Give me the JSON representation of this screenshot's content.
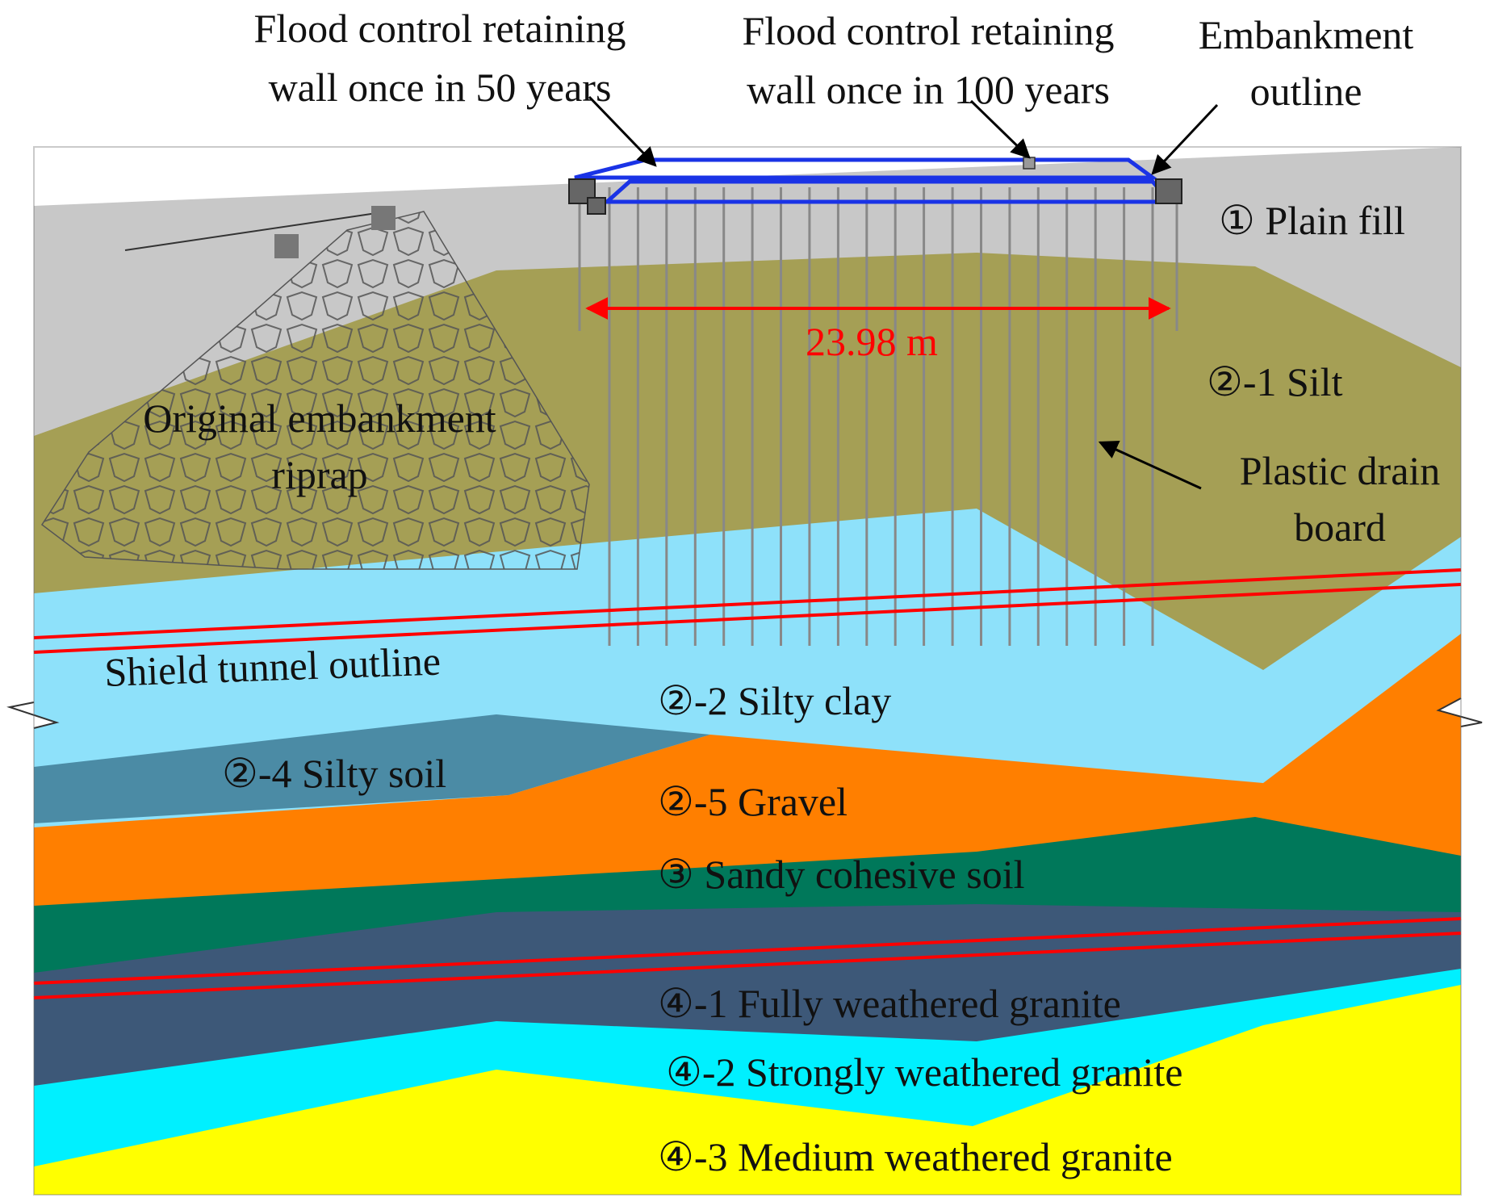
{
  "colors": {
    "plain_fill": "#c8c8c8",
    "silt": "#a59f55",
    "silty_clay": "#8ee1fa",
    "silty_soil": "#4b8ba5",
    "gravel": "#ff7f00",
    "sandy_cohesive_soil": "#00785a",
    "fully_weathered_granite": "#3d5878",
    "strongly_weathered_granite": "#00f0ff",
    "medium_weathered_granite": "#ffff00",
    "dimension": "#ff0000",
    "embankment_outline": "#1a33e6",
    "tunnel_outline": "#ff0000"
  },
  "callouts": {
    "wall_50_line1": "Flood control retaining",
    "wall_50_line2": "wall once in 50 years",
    "wall_100_line1": "Flood control retaining",
    "wall_100_line2": "wall once in 100 years",
    "embankment_line1": "Embankment",
    "embankment_line2": "outline",
    "drain_line1": "Plastic drain",
    "drain_line2": "board",
    "riprap_line1": "Original embankment",
    "riprap_line2": "riprap",
    "tunnel": "Shield tunnel outline"
  },
  "layers": {
    "plain_fill": "① Plain fill",
    "silt": "②-1 Silt",
    "silty_clay": "②-2 Silty clay",
    "silty_soil": "②-4 Silty soil",
    "gravel": "②-5 Gravel",
    "sandy_cohesive_soil": "③ Sandy cohesive soil",
    "fully_weathered_granite": "④-1 Fully weathered granite",
    "strongly_weathered_granite": "④-2 Strongly weathered granite",
    "medium_weathered_granite": "④-3 Medium weathered granite"
  },
  "dimension": {
    "label": "23.98 m"
  }
}
